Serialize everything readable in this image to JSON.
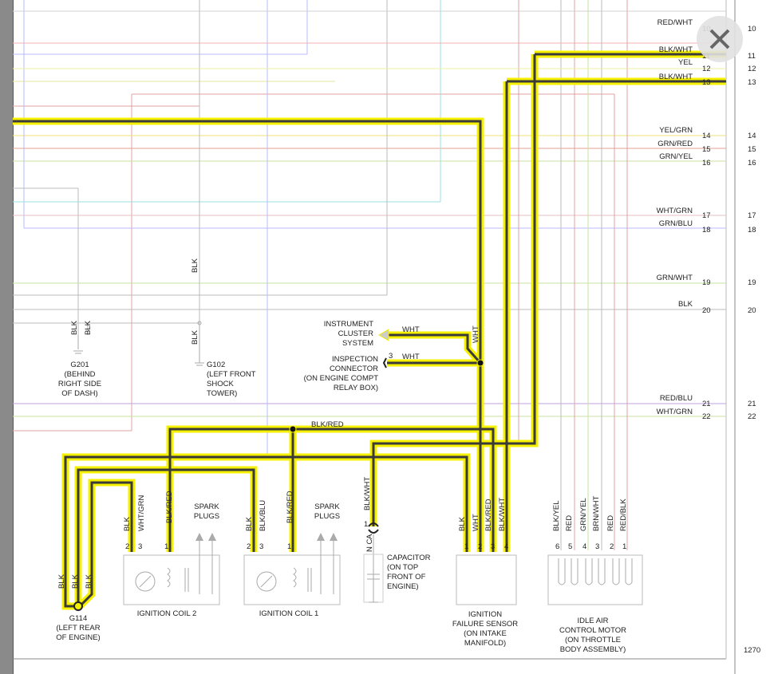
{
  "right_wires": [
    {
      "pin": "10",
      "color": "RED/WHT",
      "pin_right": "10"
    },
    {
      "pin": "11",
      "color": "BLK/WHT",
      "pin_right": "11"
    },
    {
      "pin": "12",
      "color": "YEL",
      "pin_right": "12"
    },
    {
      "pin": "13",
      "color": "BLK/WHT",
      "pin_right": "13"
    },
    {
      "pin": "14",
      "color": "YEL/GRN",
      "pin_right": "14"
    },
    {
      "pin": "15",
      "color": "GRN/RED",
      "pin_right": "15"
    },
    {
      "pin": "16",
      "color": "GRN/YEL",
      "pin_right": "16"
    },
    {
      "pin": "17",
      "color": "WHT/GRN",
      "pin_right": "17"
    },
    {
      "pin": "18",
      "color": "GRN/BLU",
      "pin_right": "18"
    },
    {
      "pin": "19",
      "color": "GRN/WHT",
      "pin_right": "19"
    },
    {
      "pin": "20",
      "color": "BLK",
      "pin_right": "20"
    },
    {
      "pin": "21",
      "color": "RED/BLU",
      "pin_right": "21"
    },
    {
      "pin": "22",
      "color": "WHT/GRN",
      "pin_right": "22"
    }
  ],
  "grounds": {
    "g201": {
      "wire_a": "BLK",
      "wire_b": "BLK",
      "name": "G201",
      "loc1": "(BEHIND",
      "loc2": "RIGHT SIDE",
      "loc3": "OF DASH)"
    },
    "g102": {
      "wire_top": "BLK",
      "wire": "BLK",
      "name": "G102",
      "loc1": "(LEFT FRONT",
      "loc2": "SHOCK",
      "loc3": "TOWER)"
    },
    "g114": {
      "wire_a": "BLK",
      "wire_b": "BLK",
      "wire_c": "BLK",
      "name": "G114",
      "loc1": "(LEFT REAR",
      "loc2": "OF ENGINE)"
    }
  },
  "instrument": {
    "line1": "INSTRUMENT",
    "line2": "CLUSTER",
    "line3": "SYSTEM",
    "wire": "WHT"
  },
  "inspection": {
    "line1": "INSPECTION",
    "line2": "CONNECTOR",
    "line3": "(ON ENGINE COMPT",
    "line4": "RELAY BOX)",
    "pin": "3",
    "wire": "WHT",
    "vert_wire": "WHT"
  },
  "junction_wire": "BLK/RED",
  "coil2": {
    "label": "IGNITION COIL 2",
    "w1": "BLK",
    "w2": "WHT/GRN",
    "w3": "BLK/RED",
    "p1": "2",
    "p2": "3",
    "p3": "1"
  },
  "coil1": {
    "label": "IGNITION COIL 1",
    "w1": "BLK",
    "w2": "BLK/BLU",
    "w3": "BLK/RED",
    "p1": "2",
    "p2": "3",
    "p3": "1"
  },
  "spark_label1": "SPARK",
  "spark_label2": "PLUGS",
  "capacitor": {
    "wire": "BLK/WHT",
    "pin": "1",
    "nc": "N C",
    "pin2": "A",
    "line1": "CAPACITOR",
    "line2": "(ON TOP",
    "line3": "FRONT OF",
    "line4": "ENGINE)"
  },
  "ifs": {
    "wires": [
      "BLK",
      "WHT",
      "BLK/RED",
      "BLK/WHT"
    ],
    "pins": [
      "1",
      "2",
      "3",
      "4"
    ],
    "line1": "IGNITION",
    "line2": "FAILURE SENSOR",
    "line3": "(ON INTAKE",
    "line4": "MANIFOLD)"
  },
  "iac": {
    "wires": [
      "BLK/YEL",
      "RED",
      "GRN/YEL",
      "BRN/WHT",
      "RED",
      "RED/BLK"
    ],
    "pins": [
      "6",
      "5",
      "4",
      "3",
      "2",
      "1"
    ],
    "line1": "IDLE AIR",
    "line2": "CONTROL MOTOR",
    "line3": "(ON THROTTLE",
    "line4": "BODY ASSEMBLY)"
  },
  "page_number": "1270",
  "colors": {
    "highlight": "#f5f000",
    "wire_dark": "#3a3a3a"
  }
}
